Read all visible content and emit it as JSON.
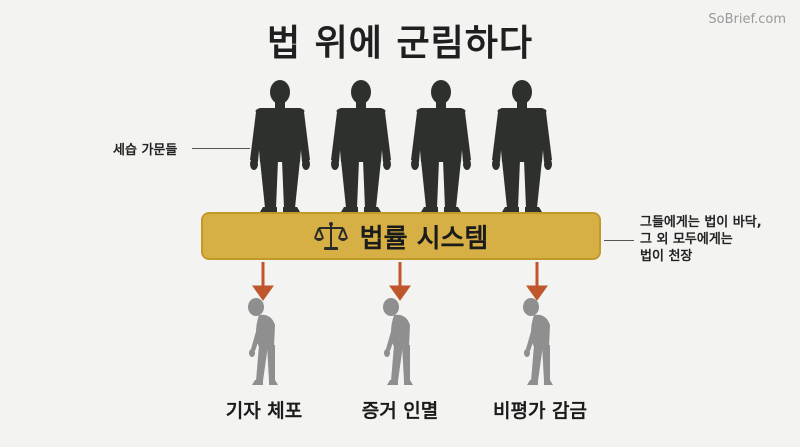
{
  "title": "법 위에 군림하다",
  "watermark": "SoBrief.com",
  "left_label": "세습 가문들",
  "bar_label": "법률 시스템",
  "right_label_lines": [
    "그들에게는 법이 바닥,",
    "그 외 모두에게는",
    "법이 천장"
  ],
  "bottom_labels": [
    "기자 체포",
    "증거 인멸",
    "비평가 감금"
  ],
  "colors": {
    "background": "#f3f3f1",
    "bar": "#d6b045",
    "arrow": "#c0572c",
    "elite_figure": "#2e302e",
    "oppressed_figure": "#8f8f8f"
  },
  "icons": {
    "bar_icon": "scales-of-justice-icon",
    "elite": "standing-man-figure",
    "oppressed": "hunched-man-figure"
  }
}
